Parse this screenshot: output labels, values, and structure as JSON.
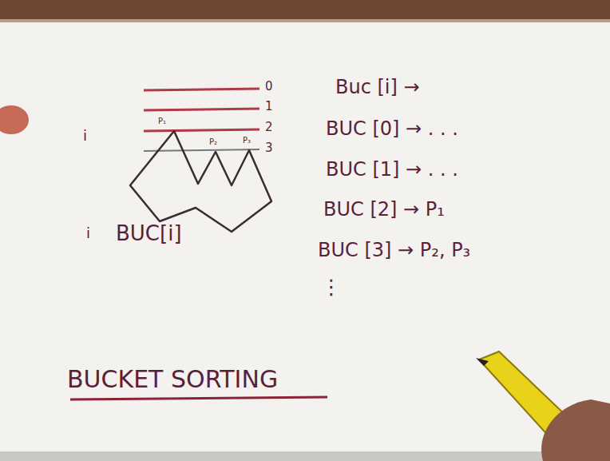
{
  "diagram": {
    "title": "BUCKET SORTING",
    "labels": [
      "i",
      "i",
      "0",
      "1",
      "2",
      "3",
      "P₁",
      "P₂",
      "P₃",
      "BUC[i]",
      "Buc [i] →",
      "BUC [0] → . . .",
      "BUC [1] → . . .",
      "BUC [2] → P₁",
      "BUC [3] → P₂, P₃",
      "⋮"
    ]
  }
}
